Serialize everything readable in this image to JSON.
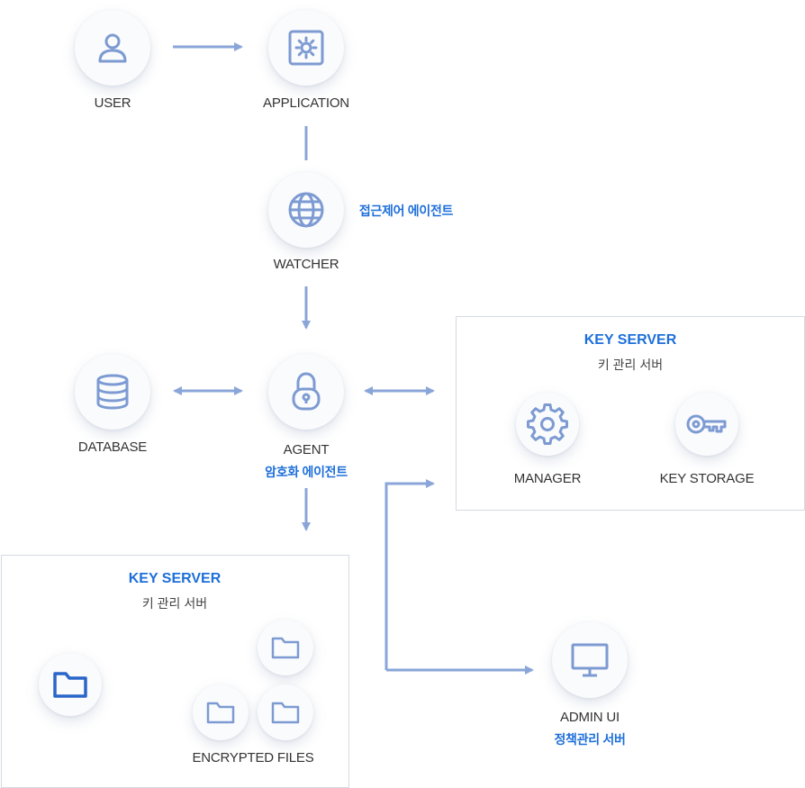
{
  "nodes": {
    "user": {
      "label": "USER",
      "icon": "user-icon"
    },
    "application": {
      "label": "APPLICATION",
      "icon": "gear-box-icon"
    },
    "watcher": {
      "label": "WATCHER",
      "sub": "접근제어 에이전트",
      "icon": "globe-icon"
    },
    "database": {
      "label": "DATABASE",
      "icon": "database-icon"
    },
    "agent": {
      "label": "AGENT",
      "sub": "암호화 에이전트",
      "icon": "lock-icon"
    },
    "admin_ui": {
      "label": "ADMIN UI",
      "sub": "정책관리 서버",
      "icon": "monitor-icon"
    }
  },
  "key_server_right": {
    "title": "KEY SERVER",
    "subtitle": "키 관리 서버",
    "manager": {
      "label": "MANAGER",
      "icon": "gear-icon"
    },
    "key_storage": {
      "label": "KEY STORAGE",
      "icon": "key-icon"
    }
  },
  "key_server_left": {
    "title": "KEY SERVER",
    "subtitle": "키 관리 서버",
    "files_label": "ENCRYPTED FILES",
    "icon": "folder-icon"
  },
  "colors": {
    "accent": "#1e6fd9",
    "icon": "#7d9bd2",
    "arrow": "#8aa6d8",
    "border": "#d5d9e2"
  }
}
